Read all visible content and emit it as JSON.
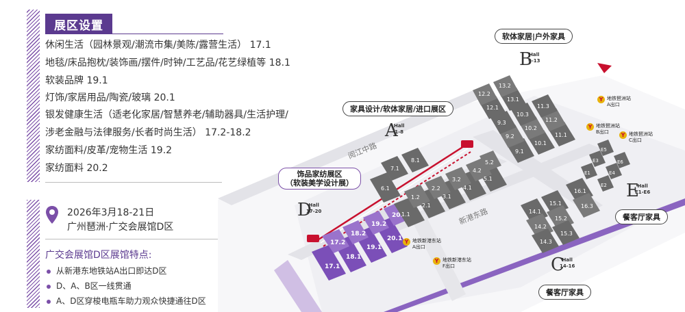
{
  "zones": {
    "title": "展区设置",
    "lines": [
      "休闲生活（园林景观/潮流市集/美陈/露营生活） 17.1",
      "地毯/床品抱枕/装饰画/摆件/时钟/工艺品/花艺绿植等 18.1",
      "软装品牌 19.1",
      "灯饰/家居用品/陶瓷/玻璃 20.1",
      "银发健康生活（适老化家居/智慧养老/辅助器具/生活护理/",
      "涉老金融与法律服务/长者时尚生活） 17.2-18.2",
      "家纺面料/皮革/宠物生活 19.2",
      "家纺面料 20.2"
    ]
  },
  "event": {
    "date": "2026年3月18-21日",
    "venue": "广州琶洲·广交会展馆D区"
  },
  "features": {
    "title": "广交会展馆D区展馆特点:",
    "items": [
      "从新港东地铁站A出口即达D区",
      "D、A、B区一线贯通",
      "A、D区穿梭电瓶车助力观众快捷通往D区"
    ]
  },
  "map": {
    "halls": [
      "17.1",
      "18.1",
      "19.1",
      "20.1",
      "17.2",
      "18.2",
      "19.2",
      "20.2",
      "1.1",
      "2.1",
      "3.1",
      "4.1",
      "5.1",
      "1.2",
      "2.2",
      "3.2",
      "4.2",
      "5.2",
      "6.1",
      "7.1",
      "8.1",
      "9.1",
      "10.1",
      "11.1",
      "9.2",
      "10.2",
      "11.2",
      "9.3",
      "10.3",
      "11.3",
      "12.1",
      "13.1",
      "12.2",
      "13.2",
      "14.1",
      "15.1",
      "14.2",
      "15.2",
      "14.3",
      "15.3",
      "16.1",
      "16.3",
      "E1",
      "E2",
      "E3",
      "E4",
      "E5",
      "E6"
    ],
    "areas": {
      "A": {
        "letter": "A",
        "halls": "Hall\n1-8"
      },
      "B": {
        "letter": "B",
        "halls": "Hall\n9-13"
      },
      "C": {
        "letter": "C",
        "halls": "Hall\n14-16"
      },
      "D": {
        "letter": "D",
        "halls": "Hall\n17-20"
      },
      "E": {
        "letter": "E",
        "halls": "Hall\nE1-E6"
      }
    },
    "labels": {
      "furniture_b": "软体家居|户外家具",
      "furniture_a": "家具设计/软体家居/进口展区",
      "decor_d_1": "饰品家纺展区",
      "decor_d_2": "（软装美学设计展）",
      "dining_e": "餐客厅家具",
      "dining_c": "餐客厅家具"
    },
    "roads": {
      "yuejiang": "阅江中路",
      "xingang": "新港东路"
    },
    "metro": {
      "b_exit": "地铁琶洲站\nB出口",
      "a_exit_pz": "地铁琶洲站\nA出口",
      "c_exit": "地铁琶洲站\nC出口",
      "xg_a": "地铁新港东站\nA出口",
      "xg_f": "地铁新港东站\nF出口"
    },
    "colors": {
      "accent": "#5b3a8f",
      "d_hall": "#7b4fb8",
      "hall": "#6a6a6a",
      "road": "#e6e6ea",
      "route": "#c8102e"
    }
  }
}
